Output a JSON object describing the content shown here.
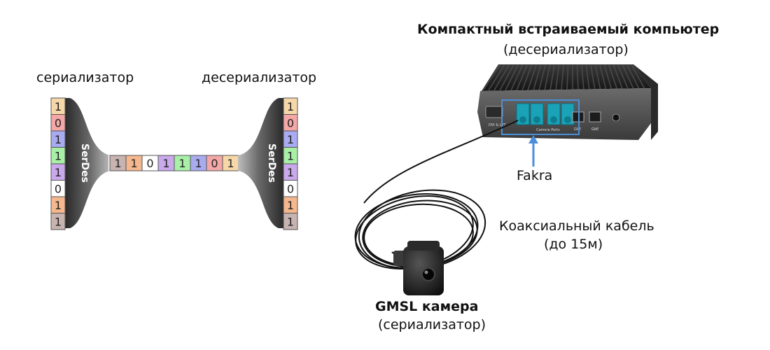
{
  "serdes": {
    "left_title": "сериализатор",
    "right_title": "десериализатор",
    "block_label": "SerDes",
    "left_bits": [
      "1",
      "0",
      "1",
      "1",
      "1",
      "0",
      "1",
      "1"
    ],
    "right_bits": [
      "1",
      "0",
      "1",
      "1",
      "1",
      "0",
      "1",
      "1"
    ],
    "stream_bits": [
      "1",
      "1",
      "0",
      "1",
      "1",
      "1",
      "0",
      "1"
    ],
    "bit_colors": {
      "peach": "#f6d7a8",
      "pink": "#f4a7a7",
      "blue": "#a9abf0",
      "green": "#a8f0a6",
      "violet": "#c9a8ec",
      "white": "#ffffff",
      "orange": "#f5b78d",
      "taupe": "#c7b3b0"
    }
  },
  "computer": {
    "title": "Компактный встраиваемый компьютер",
    "subtitle": "(десериализатор)",
    "port_text_left": "DVI & LVT",
    "port_text_mid": "Camera Ports",
    "port_text_lan1": "GbE",
    "port_text_lan2": "GbE"
  },
  "fakra_label": "Fakra",
  "cable_label_line1": "Коаксиальный кабель",
  "cable_label_line2": "(до 15м)",
  "camera": {
    "title": "GMSL камера",
    "subtitle": "(сериализатор)"
  },
  "colors": {
    "accent_blue": "#4a8fd8",
    "fakra_teal": "#1aa3b8",
    "serdes_dark": "#3a3a3a"
  }
}
